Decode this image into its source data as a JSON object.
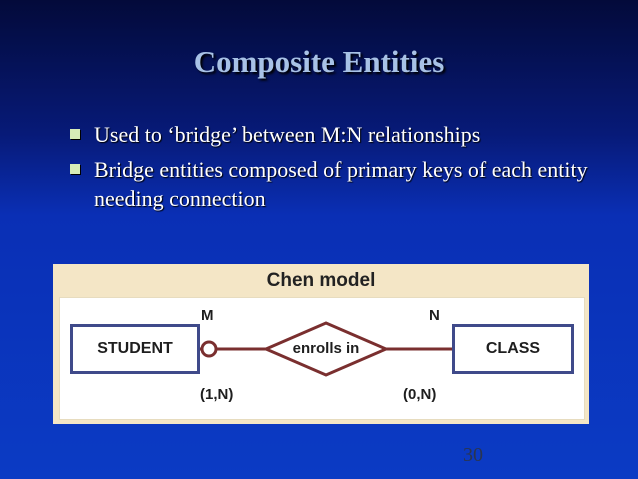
{
  "slide": {
    "title": "Composite Entities",
    "bullets": [
      "Used to ‘bridge’ between M:N relationships",
      "Bridge entities composed of primary keys of each entity needing connection"
    ],
    "page_number": "30"
  },
  "diagram": {
    "title": "Chen model",
    "entity_left": "STUDENT",
    "entity_right": "CLASS",
    "relationship": "enrolls in",
    "label_m": "M",
    "label_n": "N",
    "card_left": "(1,N)",
    "card_right": "(0,N)"
  },
  "colors": {
    "title": "#a8c2e6",
    "bullet_marker": "#d7ecb7",
    "figure_background": "#f4e6c6",
    "entity_border": "#3f4a8a",
    "relationship_stroke": "#7a2f2f"
  }
}
